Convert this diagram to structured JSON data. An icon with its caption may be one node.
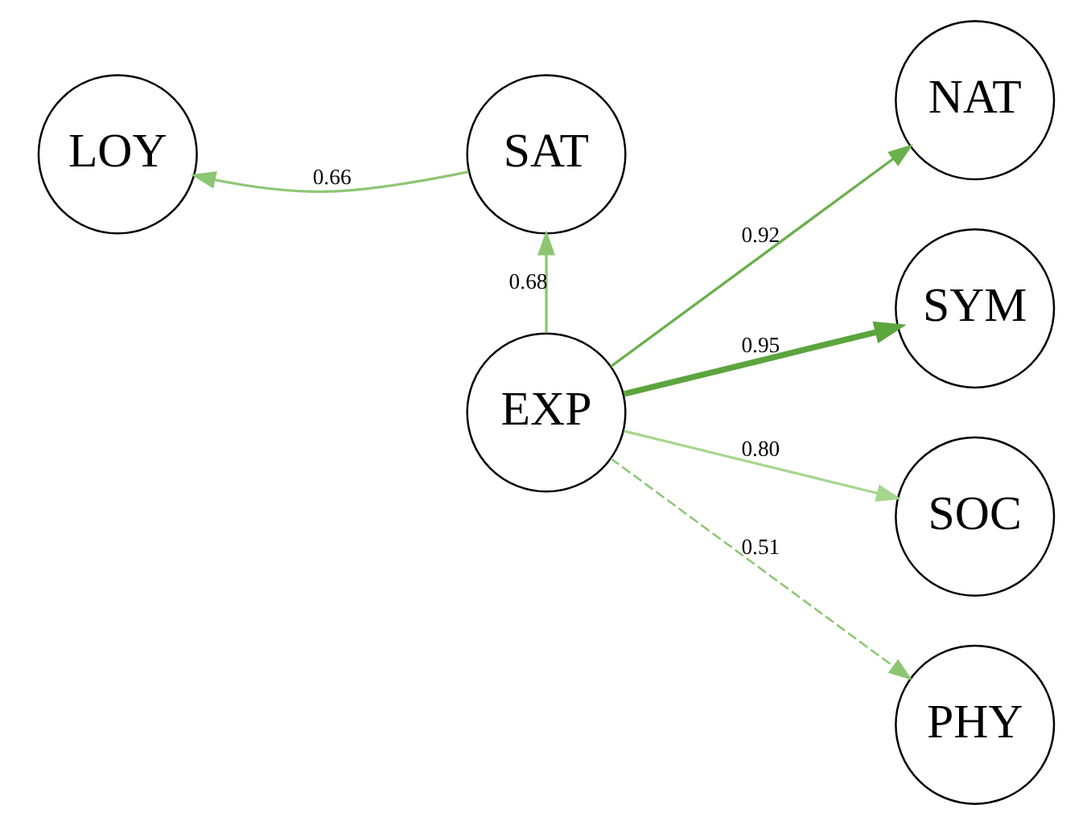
{
  "diagram": {
    "nodes": [
      {
        "text": [
          "LOY"
        ]
      },
      {
        "text": [
          "SAT"
        ]
      },
      {
        "text": [
          "EXP"
        ]
      },
      {
        "text": [
          "NAT"
        ]
      },
      {
        "text": [
          "SYM"
        ]
      },
      {
        "text": [
          "SOC"
        ]
      },
      {
        "text": [
          "PHY"
        ]
      }
    ],
    "edges": [
      {
        "from": 1,
        "to": 0,
        "arrow": "to",
        "label": "0.66",
        "color": "#8cc672"
      },
      {
        "from": 2,
        "to": 1,
        "arrow": "to",
        "label": "0.68",
        "color": "#8cc672"
      },
      {
        "from": 2,
        "to": 3,
        "arrow": "to",
        "label": "0.92",
        "color": "#6ab04c"
      },
      {
        "from": 2,
        "to": 4,
        "arrow": "to",
        "label": "0.95",
        "style": "thick",
        "color": "#5ba53d"
      },
      {
        "from": 2,
        "to": 5,
        "arrow": "to",
        "label": "0.80",
        "color": "#a6d68e"
      },
      {
        "from": 2,
        "to": 6,
        "arrow": "to",
        "label": "0.51",
        "style": "dashed",
        "color": "#8cc672"
      }
    ]
  }
}
